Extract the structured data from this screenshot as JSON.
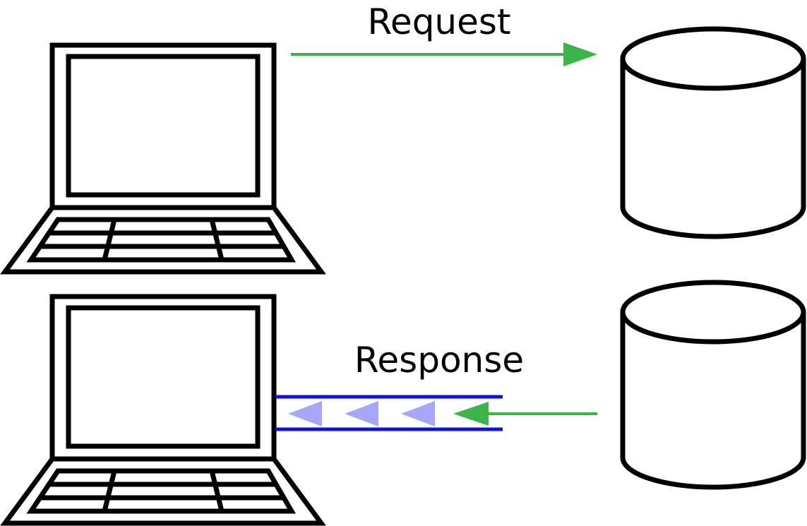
{
  "diagram": {
    "request_label": "Request",
    "response_label": "Response"
  },
  "nodes": [
    {
      "id": "client-top",
      "icon": "laptop-icon"
    },
    {
      "id": "client-bottom",
      "icon": "laptop-icon"
    },
    {
      "id": "server-top",
      "icon": "database-cylinder-icon"
    },
    {
      "id": "server-bottom",
      "icon": "database-cylinder-icon"
    }
  ],
  "connections": [
    {
      "label_key": "request_label",
      "from": "client-top",
      "to": "server-top",
      "style": "arrow",
      "color": "#3cb44a"
    },
    {
      "label_key": "response_label",
      "from": "server-bottom",
      "to": "client-bottom",
      "style": "stream",
      "color": "#3cb44a",
      "pipe_color": "#1010e6",
      "packet_color": "#a6a6fa",
      "packet_count": 3
    }
  ],
  "colors": {
    "arrow_green": "#3cb44a",
    "pipe_blue": "#1010e6",
    "packet_lavender": "#a6a6fa",
    "stroke_black": "#000000"
  }
}
